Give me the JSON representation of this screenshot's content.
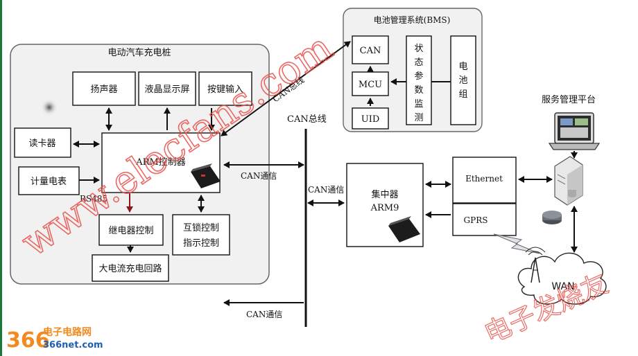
{
  "charging_pile": {
    "title": "电动汽车充电桩",
    "speaker": "扬声器",
    "lcd": "液晶显示屏",
    "keypad": "按键输入",
    "card_reader": "读卡器",
    "meter": "计量电表",
    "arm": "ARM控制器",
    "rs485": "RS485",
    "relay": "继电器控制",
    "interlock_line1": "互锁控制",
    "interlock_line2": "指示控制",
    "charging_circuit": "大电流充电回路"
  },
  "bms": {
    "title": "电池管理系统(BMS)",
    "can": "CAN",
    "mcu": "MCU",
    "uid": "UID",
    "state_chars": [
      "状",
      "态",
      "参",
      "数",
      "监",
      "测"
    ],
    "battery_chars": [
      "电",
      "池",
      "组"
    ]
  },
  "bus": {
    "can_bus_top": "CAN总线",
    "can_bus_diag": "CAN总线",
    "can_comm_left": "CAN通信",
    "can_comm_mid": "CAN通信",
    "can_comm_bottom": "CAN通信"
  },
  "concentrator": {
    "line1": "集中器",
    "line2": "ARM9",
    "ethernet": "Ethernet",
    "gprs": "GPRS"
  },
  "network": {
    "platform": "服务管理平台",
    "wan": "WAN"
  },
  "watermarks": {
    "site": "www.elecfans.com",
    "fan": "电子发烧友",
    "logo_num": "366",
    "logo_cn": "电子电路网",
    "logo_url": "366net.com"
  },
  "colors": {
    "watermark": "#e8504a",
    "logo_orange": "#f28a1f",
    "logo_blue": "#1f5fb0",
    "relay_arrow": "#8b1a1a",
    "pile_bg": "#f1f1f1",
    "edge_green": "#1a7a3a"
  }
}
